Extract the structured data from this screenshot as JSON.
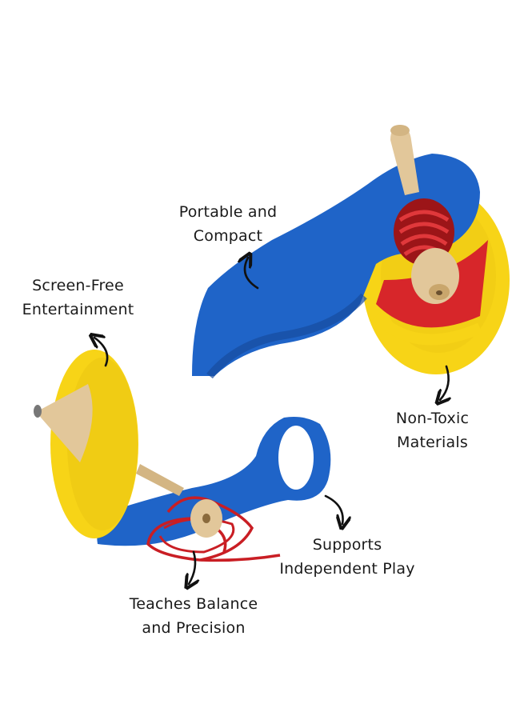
{
  "labels": {
    "portable": [
      "Portable and",
      "Compact"
    ],
    "screen_free": [
      "Screen-Free",
      "Entertainment"
    ],
    "non_toxic": [
      "Non-Toxic",
      "Materials"
    ],
    "supports": [
      "Supports",
      "Independent Play"
    ],
    "teaches": [
      "Teaches Balance",
      "and Precision"
    ]
  },
  "colors": {
    "blue": "#1f64c8",
    "yellow": "#f7d417",
    "red": "#d7262a",
    "wood": "#e2c79a"
  }
}
